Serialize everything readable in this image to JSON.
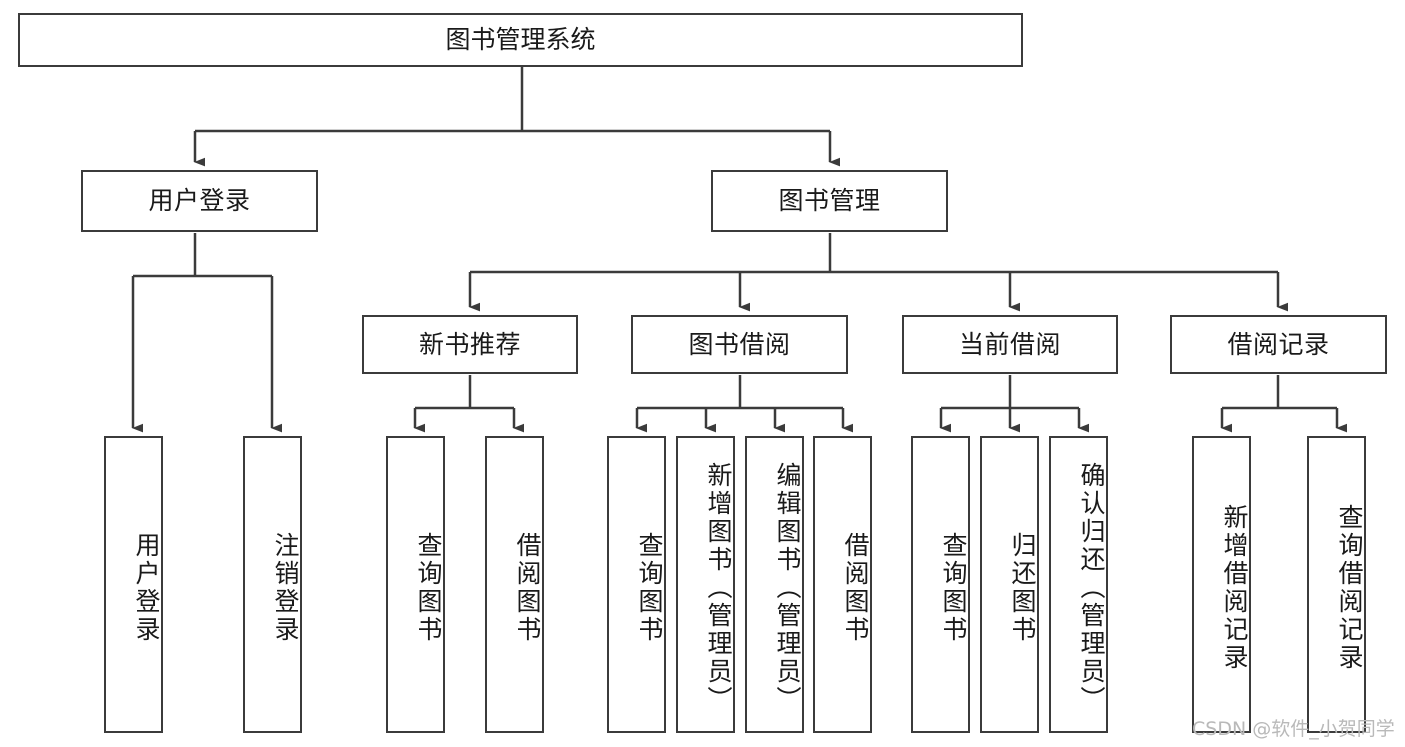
{
  "diagram": {
    "title": "图书管理系统",
    "type": "tree",
    "colors": {
      "stroke": "#3b3b3b",
      "fill": "#ffffff",
      "text": "#1a1a1a",
      "watermark": "#b9b9b9"
    },
    "watermark": "CSDN @软件_小贺同学",
    "levels": {
      "root": {
        "label": "图书管理系统"
      },
      "level2": [
        {
          "label": "用户登录"
        },
        {
          "label": "图书管理"
        }
      ],
      "level3": [
        {
          "label": "新书推荐"
        },
        {
          "label": "图书借阅"
        },
        {
          "label": "当前借阅"
        },
        {
          "label": "借阅记录"
        }
      ],
      "leaves": {
        "user_login": [
          {
            "label": "用户登录"
          },
          {
            "label": "注销登录"
          }
        ],
        "new_book_recommend": [
          {
            "label": "查询图书"
          },
          {
            "label": "借阅图书"
          }
        ],
        "book_borrow": [
          {
            "label": "查询图书"
          },
          {
            "label": "新增图书（管理员）"
          },
          {
            "label": "编辑图书（管理员）"
          },
          {
            "label": "借阅图书"
          }
        ],
        "current_borrow": [
          {
            "label": "查询图书"
          },
          {
            "label": "归还图书"
          },
          {
            "label": "确认归还（管理员）"
          }
        ],
        "borrow_record": [
          {
            "label": "新增借阅记录"
          },
          {
            "label": "查询借阅记录"
          }
        ]
      }
    }
  }
}
